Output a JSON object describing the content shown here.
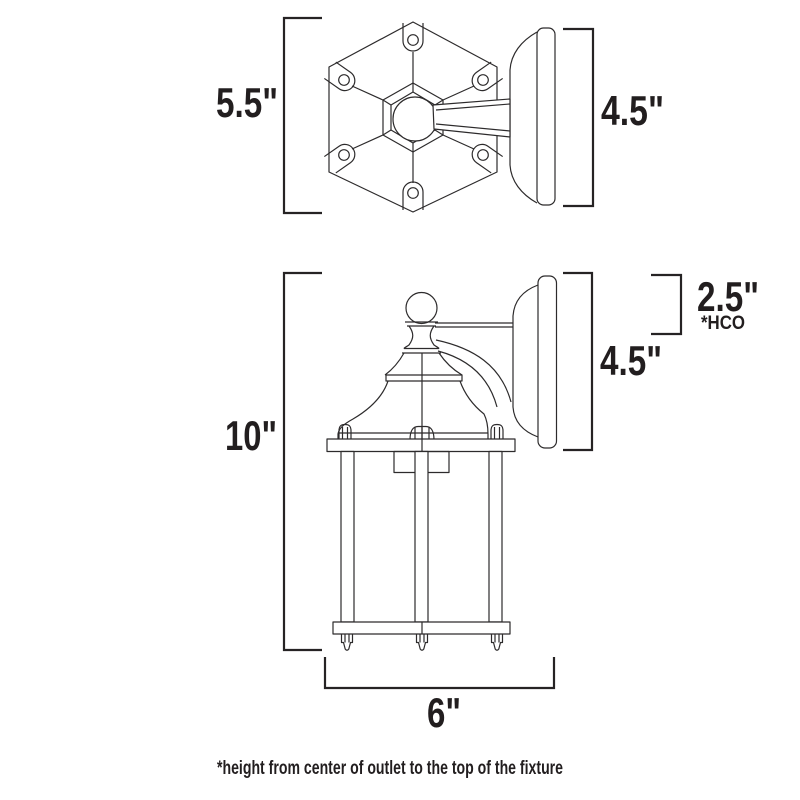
{
  "diagram": {
    "subject": "outdoor wall lantern dimension drawing",
    "views": {
      "top": "top view of hexagonal mounting plate and round wall backplate",
      "side": "side elevation of lantern fixture on round wall backplate"
    },
    "dims": {
      "top_height": "5.5\"",
      "top_plate": "4.5\"",
      "side_height": "10\"",
      "side_plate": "4.5\"",
      "hco": "2.5\"",
      "hco_note": "*HCO",
      "side_width": "6\""
    },
    "footnote": "*height from center of outlet to the top of the fixture",
    "colors": {
      "line": "#2d2b2c",
      "text": "#221e1f",
      "background": "#ffffff"
    }
  }
}
